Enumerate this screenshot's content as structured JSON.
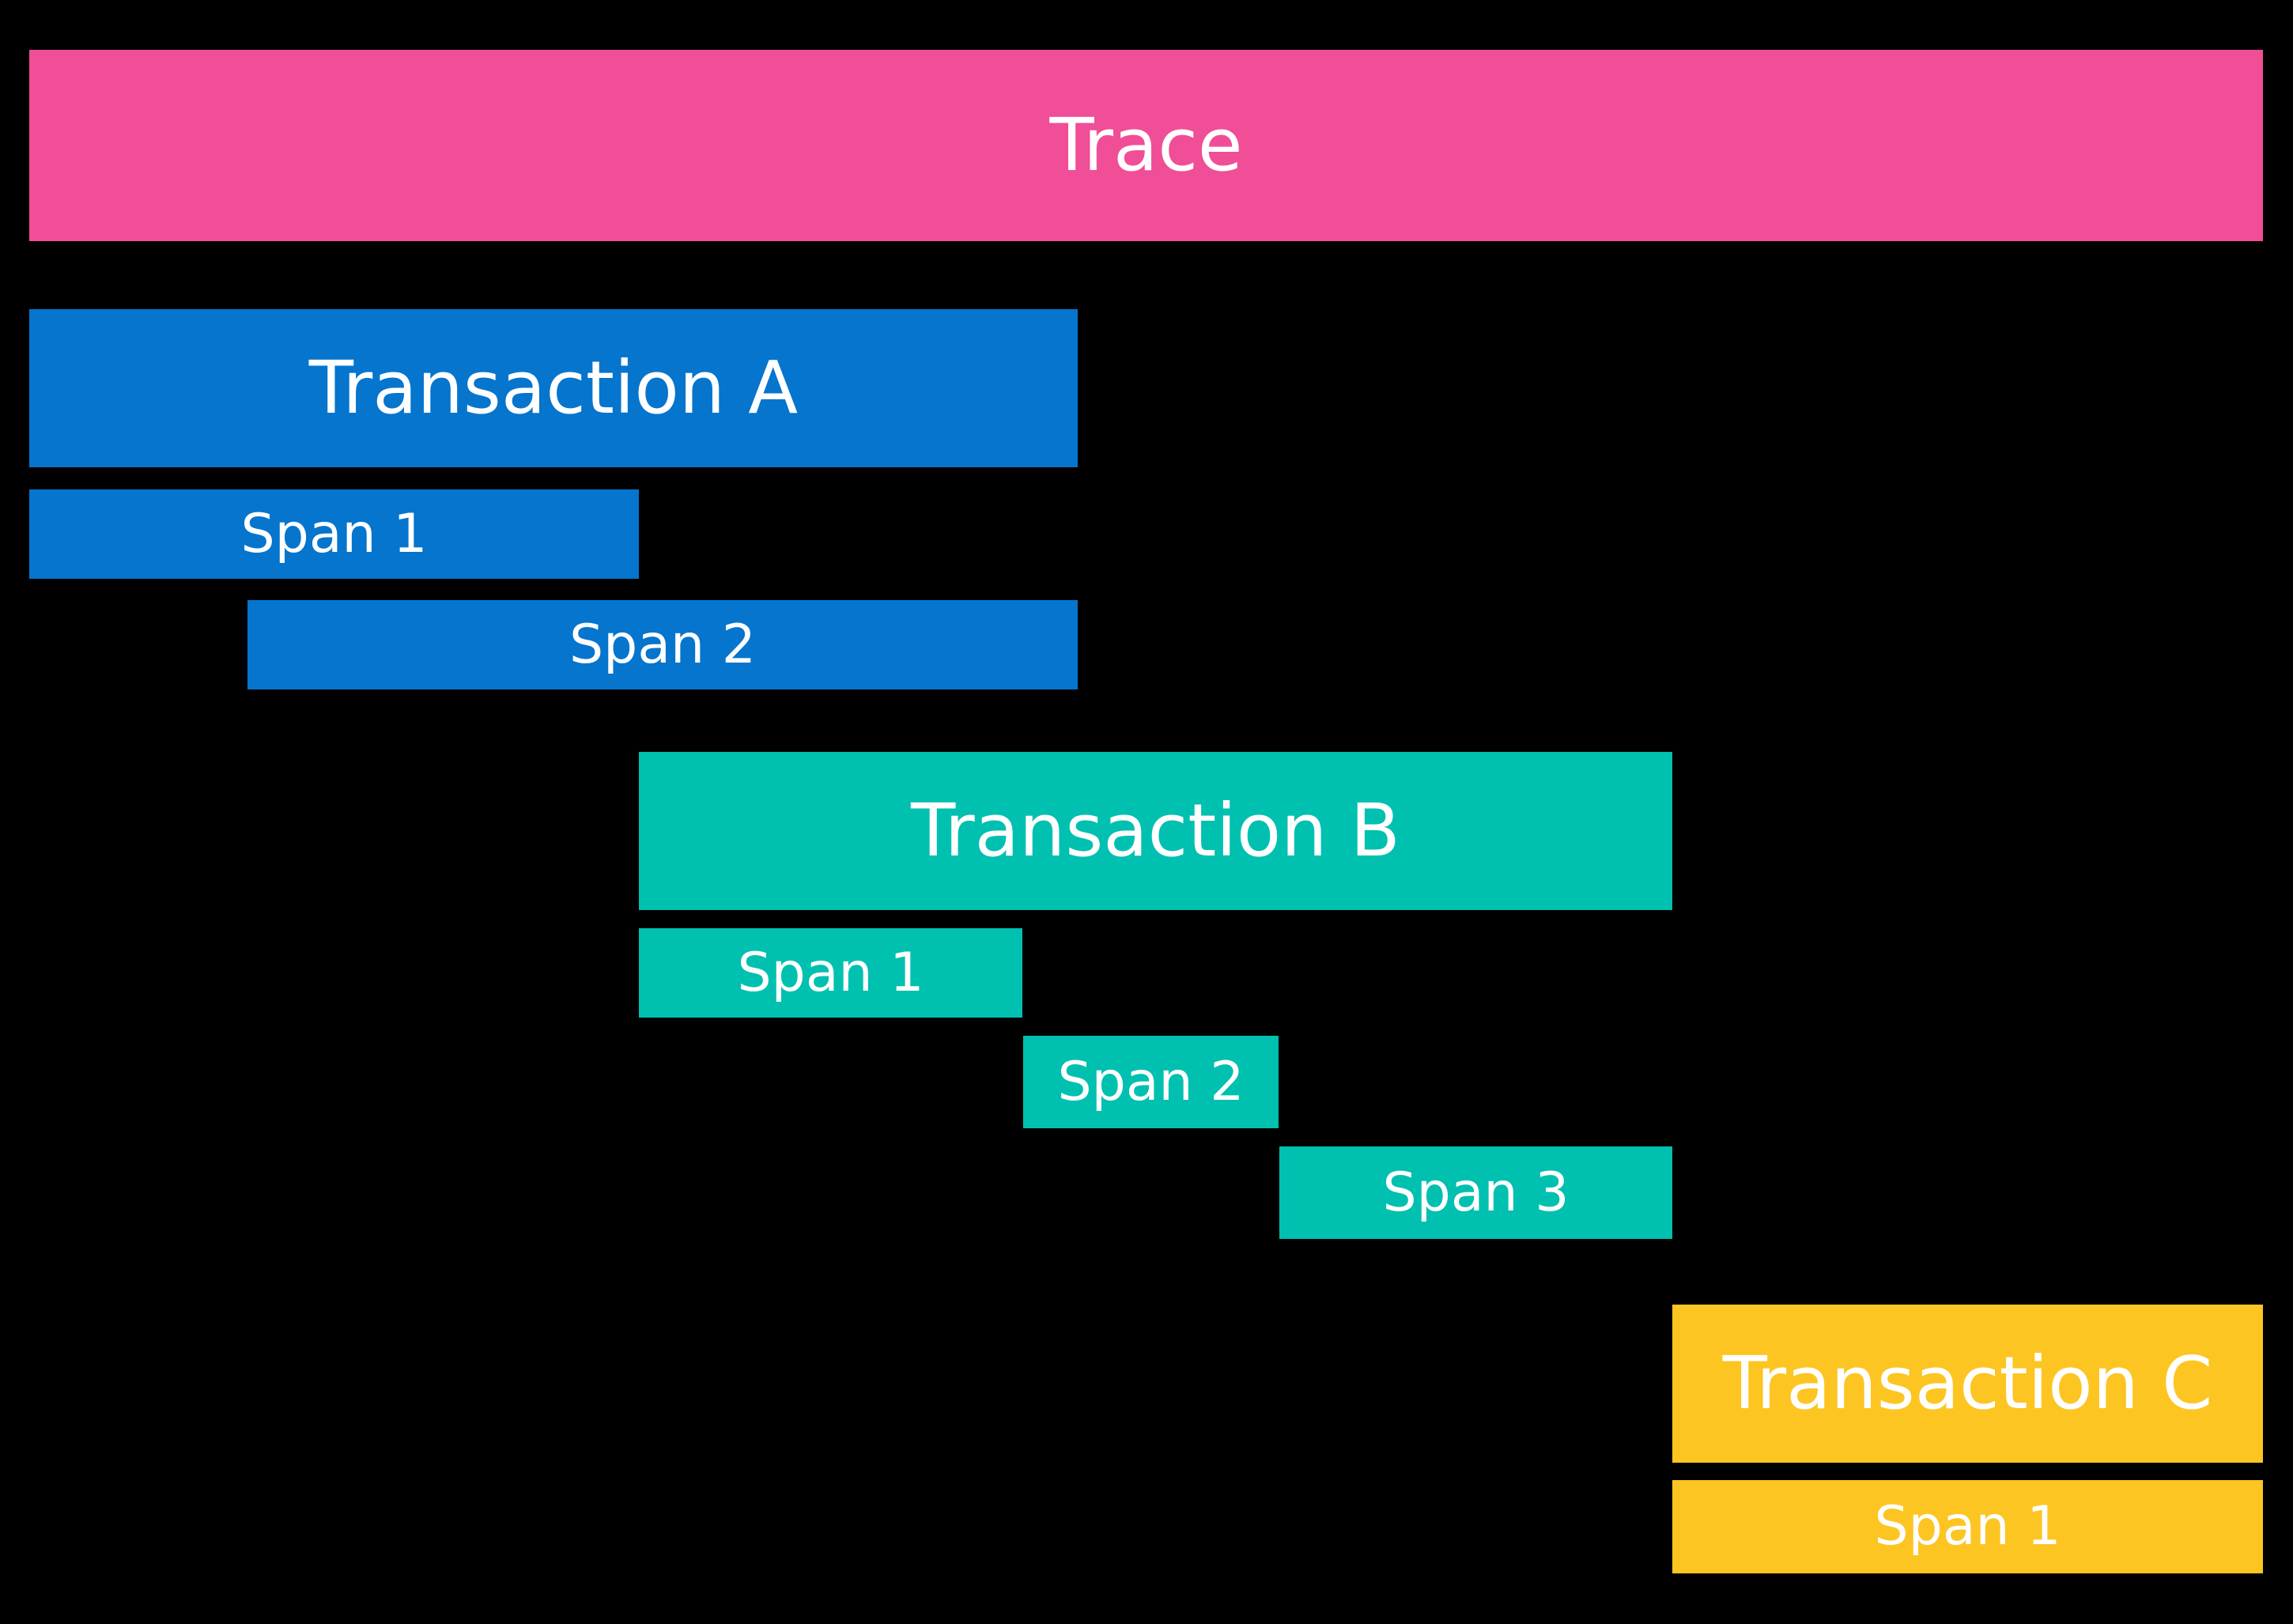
{
  "page": {
    "background_color": "#000000",
    "text_color": "#FFFFFF"
  },
  "diagram": {
    "trace": {
      "label": "Trace",
      "color": "#F04E96",
      "transactions": [
        {
          "label": "Transaction A",
          "color": "#0575CE",
          "spans": [
            {
              "label": "Span 1"
            },
            {
              "label": "Span 2"
            }
          ]
        },
        {
          "label": "Transaction B",
          "color": "#00C0B0",
          "spans": [
            {
              "label": "Span 1"
            },
            {
              "label": "Span 2"
            },
            {
              "label": "Span 3"
            }
          ]
        },
        {
          "label": "Transaction C",
          "color": "#FDC521",
          "spans": [
            {
              "label": "Span 1"
            }
          ]
        }
      ]
    }
  }
}
